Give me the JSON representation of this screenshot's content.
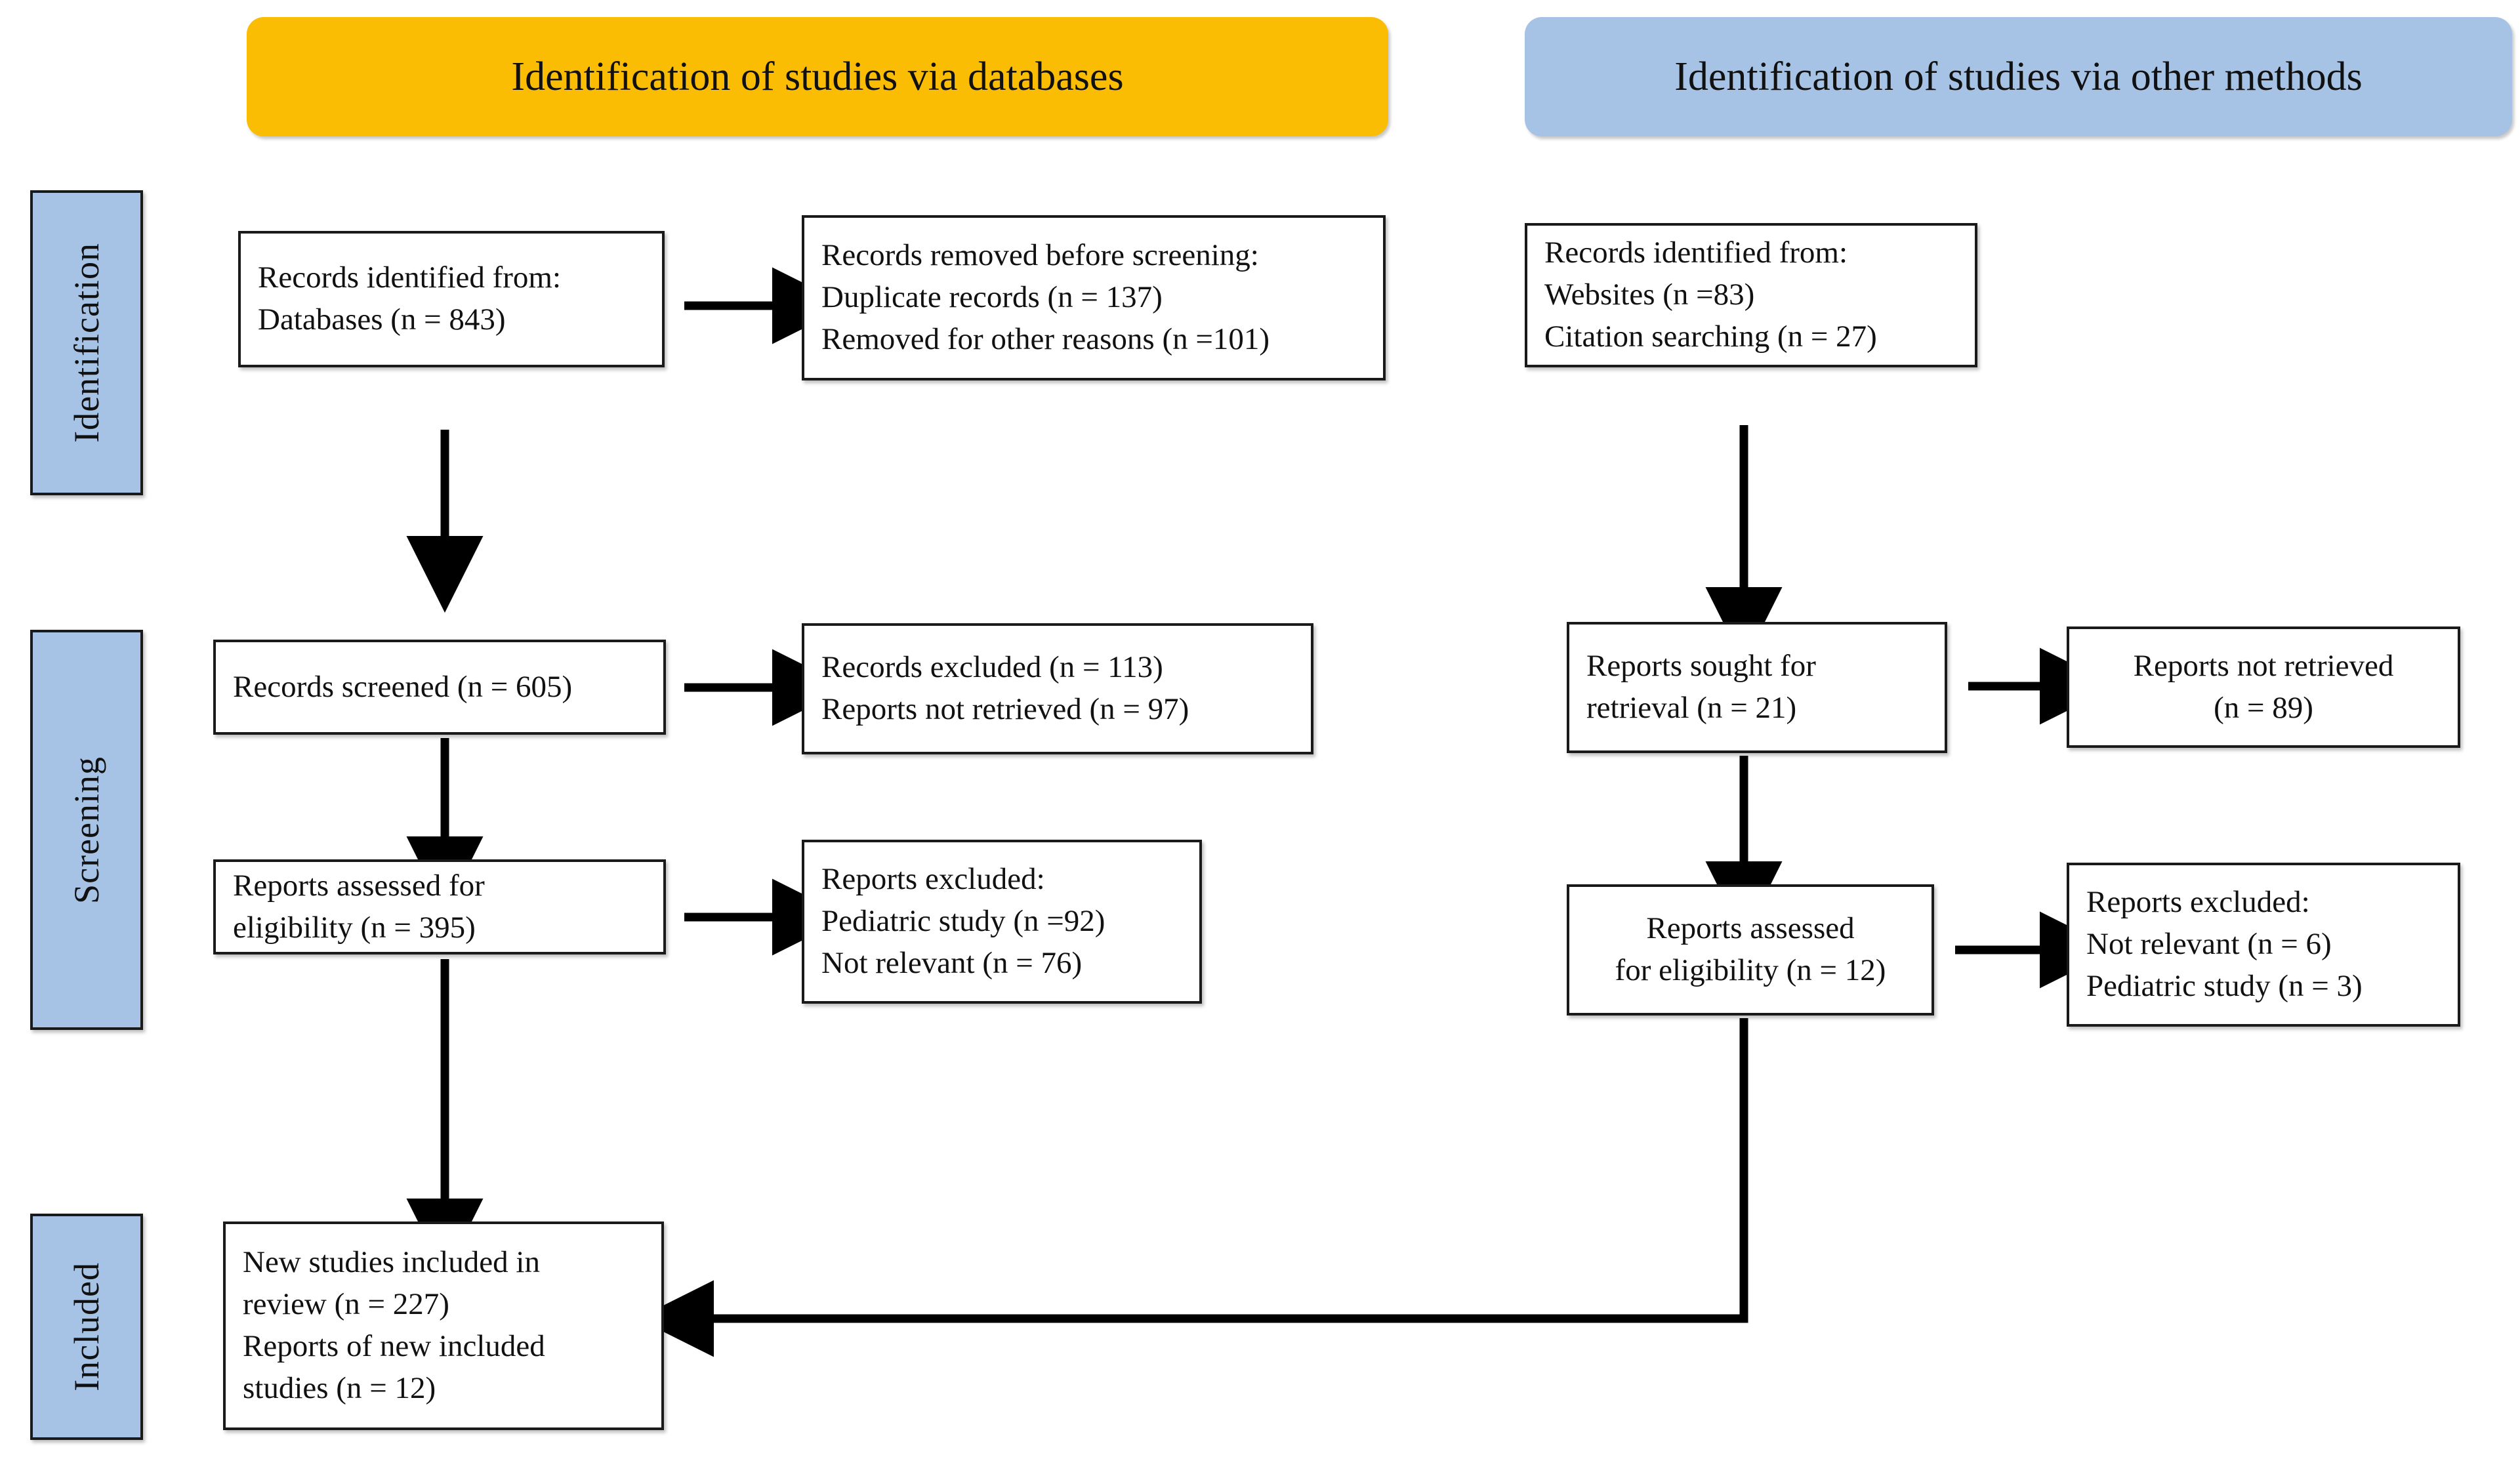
{
  "headers": {
    "left": {
      "label": "Identification of studies via databases",
      "color": "#FBBC04"
    },
    "right": {
      "label": "Identification of studies via other methods",
      "color": "#A6C3E5"
    }
  },
  "stages": [
    {
      "id": "identification",
      "label": "Identification"
    },
    {
      "id": "screening",
      "label": "Screening"
    },
    {
      "id": "included",
      "label": "Included"
    }
  ],
  "databases_column": {
    "identified": {
      "line1": "Records identified from:",
      "line2": "Databases (n = 843)"
    },
    "removed": {
      "line1": "Records removed before screening:",
      "line2": "Duplicate records (n = 137)",
      "line3": "Removed for other reasons (n =101)"
    },
    "screened": {
      "line1": "Records screened (n = 605)"
    },
    "records_excluded": {
      "line1": "Records excluded (n = 113)",
      "line2": "Reports not retrieved (n = 97)"
    },
    "assessed": {
      "line1": "Reports assessed for",
      "line2": "eligibility (n = 395)"
    },
    "reports_excluded": {
      "line1": "Reports excluded:",
      "line2": "Pediatric study (n =92)",
      "line3": "Not relevant (n = 76)"
    }
  },
  "other_methods_column": {
    "identified": {
      "line1": "Records identified from:",
      "line2": "Websites (n =83)",
      "line3": "Citation searching (n = 27)"
    },
    "sought": {
      "line1": "Reports sought for",
      "line2": "retrieval (n = 21)"
    },
    "not_retrieved": {
      "line1": "Reports not retrieved",
      "line2": "(n = 89)"
    },
    "assessed": {
      "line1": "Reports assessed",
      "line2": "for eligibility (n = 12)"
    },
    "excluded": {
      "line1": "Reports excluded:",
      "line2": "Not relevant (n = 6)",
      "line3": "Pediatric study (n = 3)"
    }
  },
  "included_box": {
    "line1": "New studies included in",
    "line2": "review (n = 227)",
    "line3": "Reports of new included",
    "line4": "studies (n = 12)"
  },
  "chart_data": {
    "type": "diagram",
    "title": "PRISMA 2020 flow diagram",
    "nodes": [
      {
        "id": "db-identified",
        "column": "databases",
        "stage": "identification",
        "text": "Records identified from: Databases (n = 843)",
        "n": 843
      },
      {
        "id": "db-removed",
        "column": "databases",
        "stage": "identification",
        "text": "Records removed before screening: Duplicate records (n = 137); Removed for other reasons (n =101)",
        "n": [
          137,
          101
        ]
      },
      {
        "id": "db-screened",
        "column": "databases",
        "stage": "screening",
        "text": "Records screened (n = 605)",
        "n": 605
      },
      {
        "id": "db-records-excluded",
        "column": "databases",
        "stage": "screening",
        "text": "Records excluded (n = 113); Reports not retrieved (n = 97)",
        "n": [
          113,
          97
        ]
      },
      {
        "id": "db-assessed",
        "column": "databases",
        "stage": "screening",
        "text": "Reports assessed for eligibility (n = 395)",
        "n": 395
      },
      {
        "id": "db-reports-excluded",
        "column": "databases",
        "stage": "screening",
        "text": "Reports excluded: Pediatric study (n =92); Not relevant (n = 76)",
        "n": [
          92,
          76
        ]
      },
      {
        "id": "om-identified",
        "column": "other",
        "stage": "identification",
        "text": "Records identified from: Websites (n =83); Citation searching (n = 27)",
        "n": [
          83,
          27
        ]
      },
      {
        "id": "om-sought",
        "column": "other",
        "stage": "screening",
        "text": "Reports sought for retrieval (n = 21)",
        "n": 21
      },
      {
        "id": "om-not-retrieved",
        "column": "other",
        "stage": "screening",
        "text": "Reports not retrieved (n = 89)",
        "n": 89
      },
      {
        "id": "om-assessed",
        "column": "other",
        "stage": "screening",
        "text": "Reports assessed for eligibility (n = 12)",
        "n": 12
      },
      {
        "id": "om-excluded",
        "column": "other",
        "stage": "screening",
        "text": "Reports excluded: Not relevant (n = 6); Pediatric study (n = 3)",
        "n": [
          6,
          3
        ]
      },
      {
        "id": "included",
        "column": "databases",
        "stage": "included",
        "text": "New studies included in review (n = 227); Reports of new included studies (n = 12)",
        "n": [
          227,
          12
        ]
      }
    ],
    "edges": [
      {
        "from": "db-identified",
        "to": "db-removed",
        "dir": "right"
      },
      {
        "from": "db-identified",
        "to": "db-screened",
        "dir": "down"
      },
      {
        "from": "db-screened",
        "to": "db-records-excluded",
        "dir": "right"
      },
      {
        "from": "db-screened",
        "to": "db-assessed",
        "dir": "down"
      },
      {
        "from": "db-assessed",
        "to": "db-reports-excluded",
        "dir": "right"
      },
      {
        "from": "db-assessed",
        "to": "included",
        "dir": "down"
      },
      {
        "from": "om-identified",
        "to": "om-sought",
        "dir": "down"
      },
      {
        "from": "om-sought",
        "to": "om-not-retrieved",
        "dir": "right"
      },
      {
        "from": "om-sought",
        "to": "om-assessed",
        "dir": "down"
      },
      {
        "from": "om-assessed",
        "to": "om-excluded",
        "dir": "right"
      },
      {
        "from": "om-assessed",
        "to": "included",
        "dir": "elbow-left"
      }
    ]
  }
}
